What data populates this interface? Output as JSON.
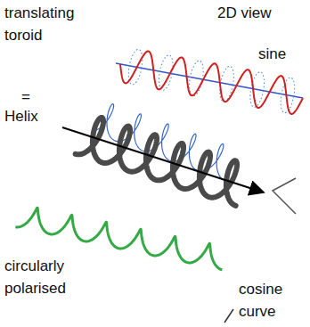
{
  "diagram": {
    "labels": [
      "translating toroid",
      "2D view",
      "sine",
      "=",
      "Helix",
      "circularly polarised",
      "cosine curve"
    ]
  }
}
